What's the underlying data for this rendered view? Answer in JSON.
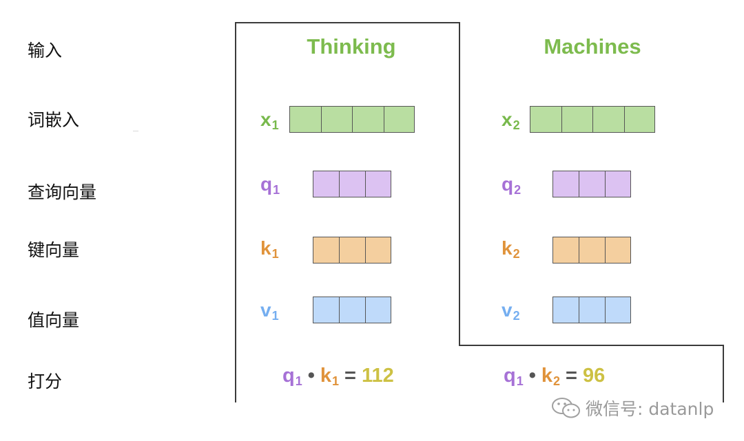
{
  "row_labels": [
    "输入",
    "词嵌入",
    "查询向量",
    "键向量",
    "值向量",
    "打分"
  ],
  "words": [
    "Thinking",
    "Machines"
  ],
  "vectors": {
    "x1": {
      "letter": "x",
      "sub": "1"
    },
    "x2": {
      "letter": "x",
      "sub": "2"
    },
    "q1": {
      "letter": "q",
      "sub": "1"
    },
    "q2": {
      "letter": "q",
      "sub": "2"
    },
    "k1": {
      "letter": "k",
      "sub": "1"
    },
    "k2": {
      "letter": "k",
      "sub": "2"
    },
    "v1": {
      "letter": "v",
      "sub": "1"
    },
    "v2": {
      "letter": "v",
      "sub": "2"
    }
  },
  "scores": [
    {
      "q_letter": "q",
      "q_sub": "1",
      "dot": "•",
      "k_letter": "k",
      "k_sub": "1",
      "eq": "=",
      "value": "112"
    },
    {
      "q_letter": "q",
      "q_sub": "1",
      "dot": "•",
      "k_letter": "k",
      "k_sub": "2",
      "eq": "=",
      "value": "96"
    }
  ],
  "watermark": {
    "text": "微信号: datanlp",
    "icon": "wechat-icon"
  },
  "colors": {
    "word": "#7dbb4e",
    "x_text": "#78b94c",
    "x_fill": "#b9dea1",
    "q_text": "#a671d6",
    "q_fill": "#dcc2f2",
    "k_text": "#e0933b",
    "k_fill": "#f4cf9f",
    "v_text": "#75aef0",
    "v_fill": "#bfdafa",
    "score_value": "#cdc144"
  }
}
